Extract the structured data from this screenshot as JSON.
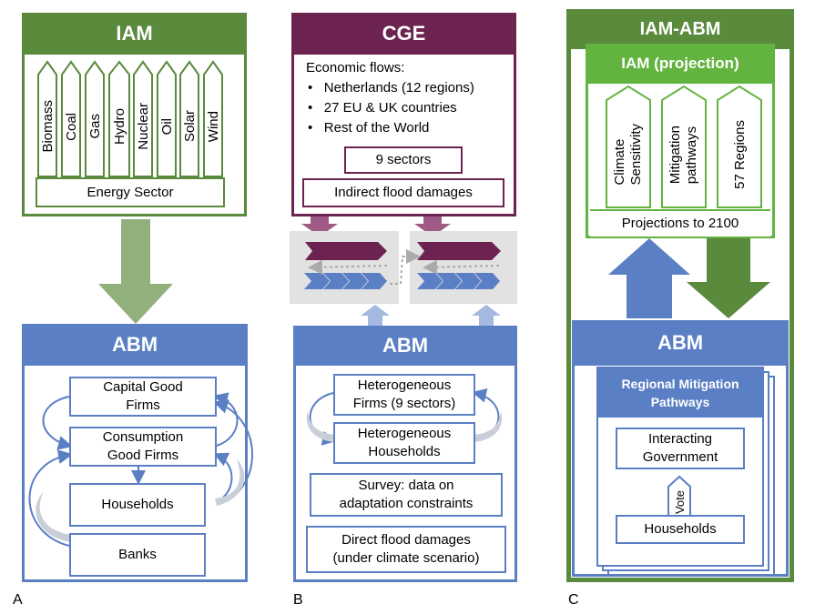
{
  "panelA": {
    "letter": "A",
    "iam_title": "IAM",
    "energy_types": [
      "Biomass",
      "Coal",
      "Gas",
      "Hydro",
      "Nuclear",
      "Oil",
      "Solar",
      "Wind"
    ],
    "energy_sector": "Energy Sector",
    "abm_title": "ABM",
    "capital_good_firms": [
      "Capital Good",
      "Firms"
    ],
    "consumption_good_firms": [
      "Consumption",
      "Good Firms"
    ],
    "households": "Households",
    "banks": "Banks"
  },
  "panelB": {
    "letter": "B",
    "cge_title": "CGE",
    "economic_flows": "Economic flows:",
    "flow_items": [
      "Netherlands (12 regions)",
      "27 EU & UK countries",
      "Rest of the World"
    ],
    "sectors": "9 sectors",
    "indirect": "Indirect flood damages",
    "abm_title": "ABM",
    "het_firms": [
      "Heterogeneous",
      "Firms (9 sectors)"
    ],
    "het_households": [
      "Heterogeneous",
      "Households"
    ],
    "survey": [
      "Survey: data on",
      "adaptation constraints"
    ],
    "direct": [
      "Direct flood damages",
      "(under climate scenario)"
    ]
  },
  "panelC": {
    "letter": "C",
    "outer_title": "IAM-ABM",
    "iam_title": "IAM (projection)",
    "climate": [
      "Climate",
      "Sensitivity"
    ],
    "mitigation": [
      "Mitigation",
      "pathways"
    ],
    "regions": "57 Regions",
    "projections": "Projections to 2100",
    "abm_title": "ABM",
    "regional": [
      "Regional Mitigation",
      "Pathways"
    ],
    "gov": [
      "Interacting",
      "Government"
    ],
    "vote": "Vote",
    "households": "Households"
  },
  "colors": {
    "green_dark": "#5a8a3c",
    "green_bright": "#62b33f",
    "green_arrow": "#92b07c",
    "blue": "#5b7fc4",
    "blue_light": "#a3b9e0",
    "maroon": "#6d2350",
    "maroon_arrow": "#a05a86",
    "grey": "#e2e2e2"
  }
}
